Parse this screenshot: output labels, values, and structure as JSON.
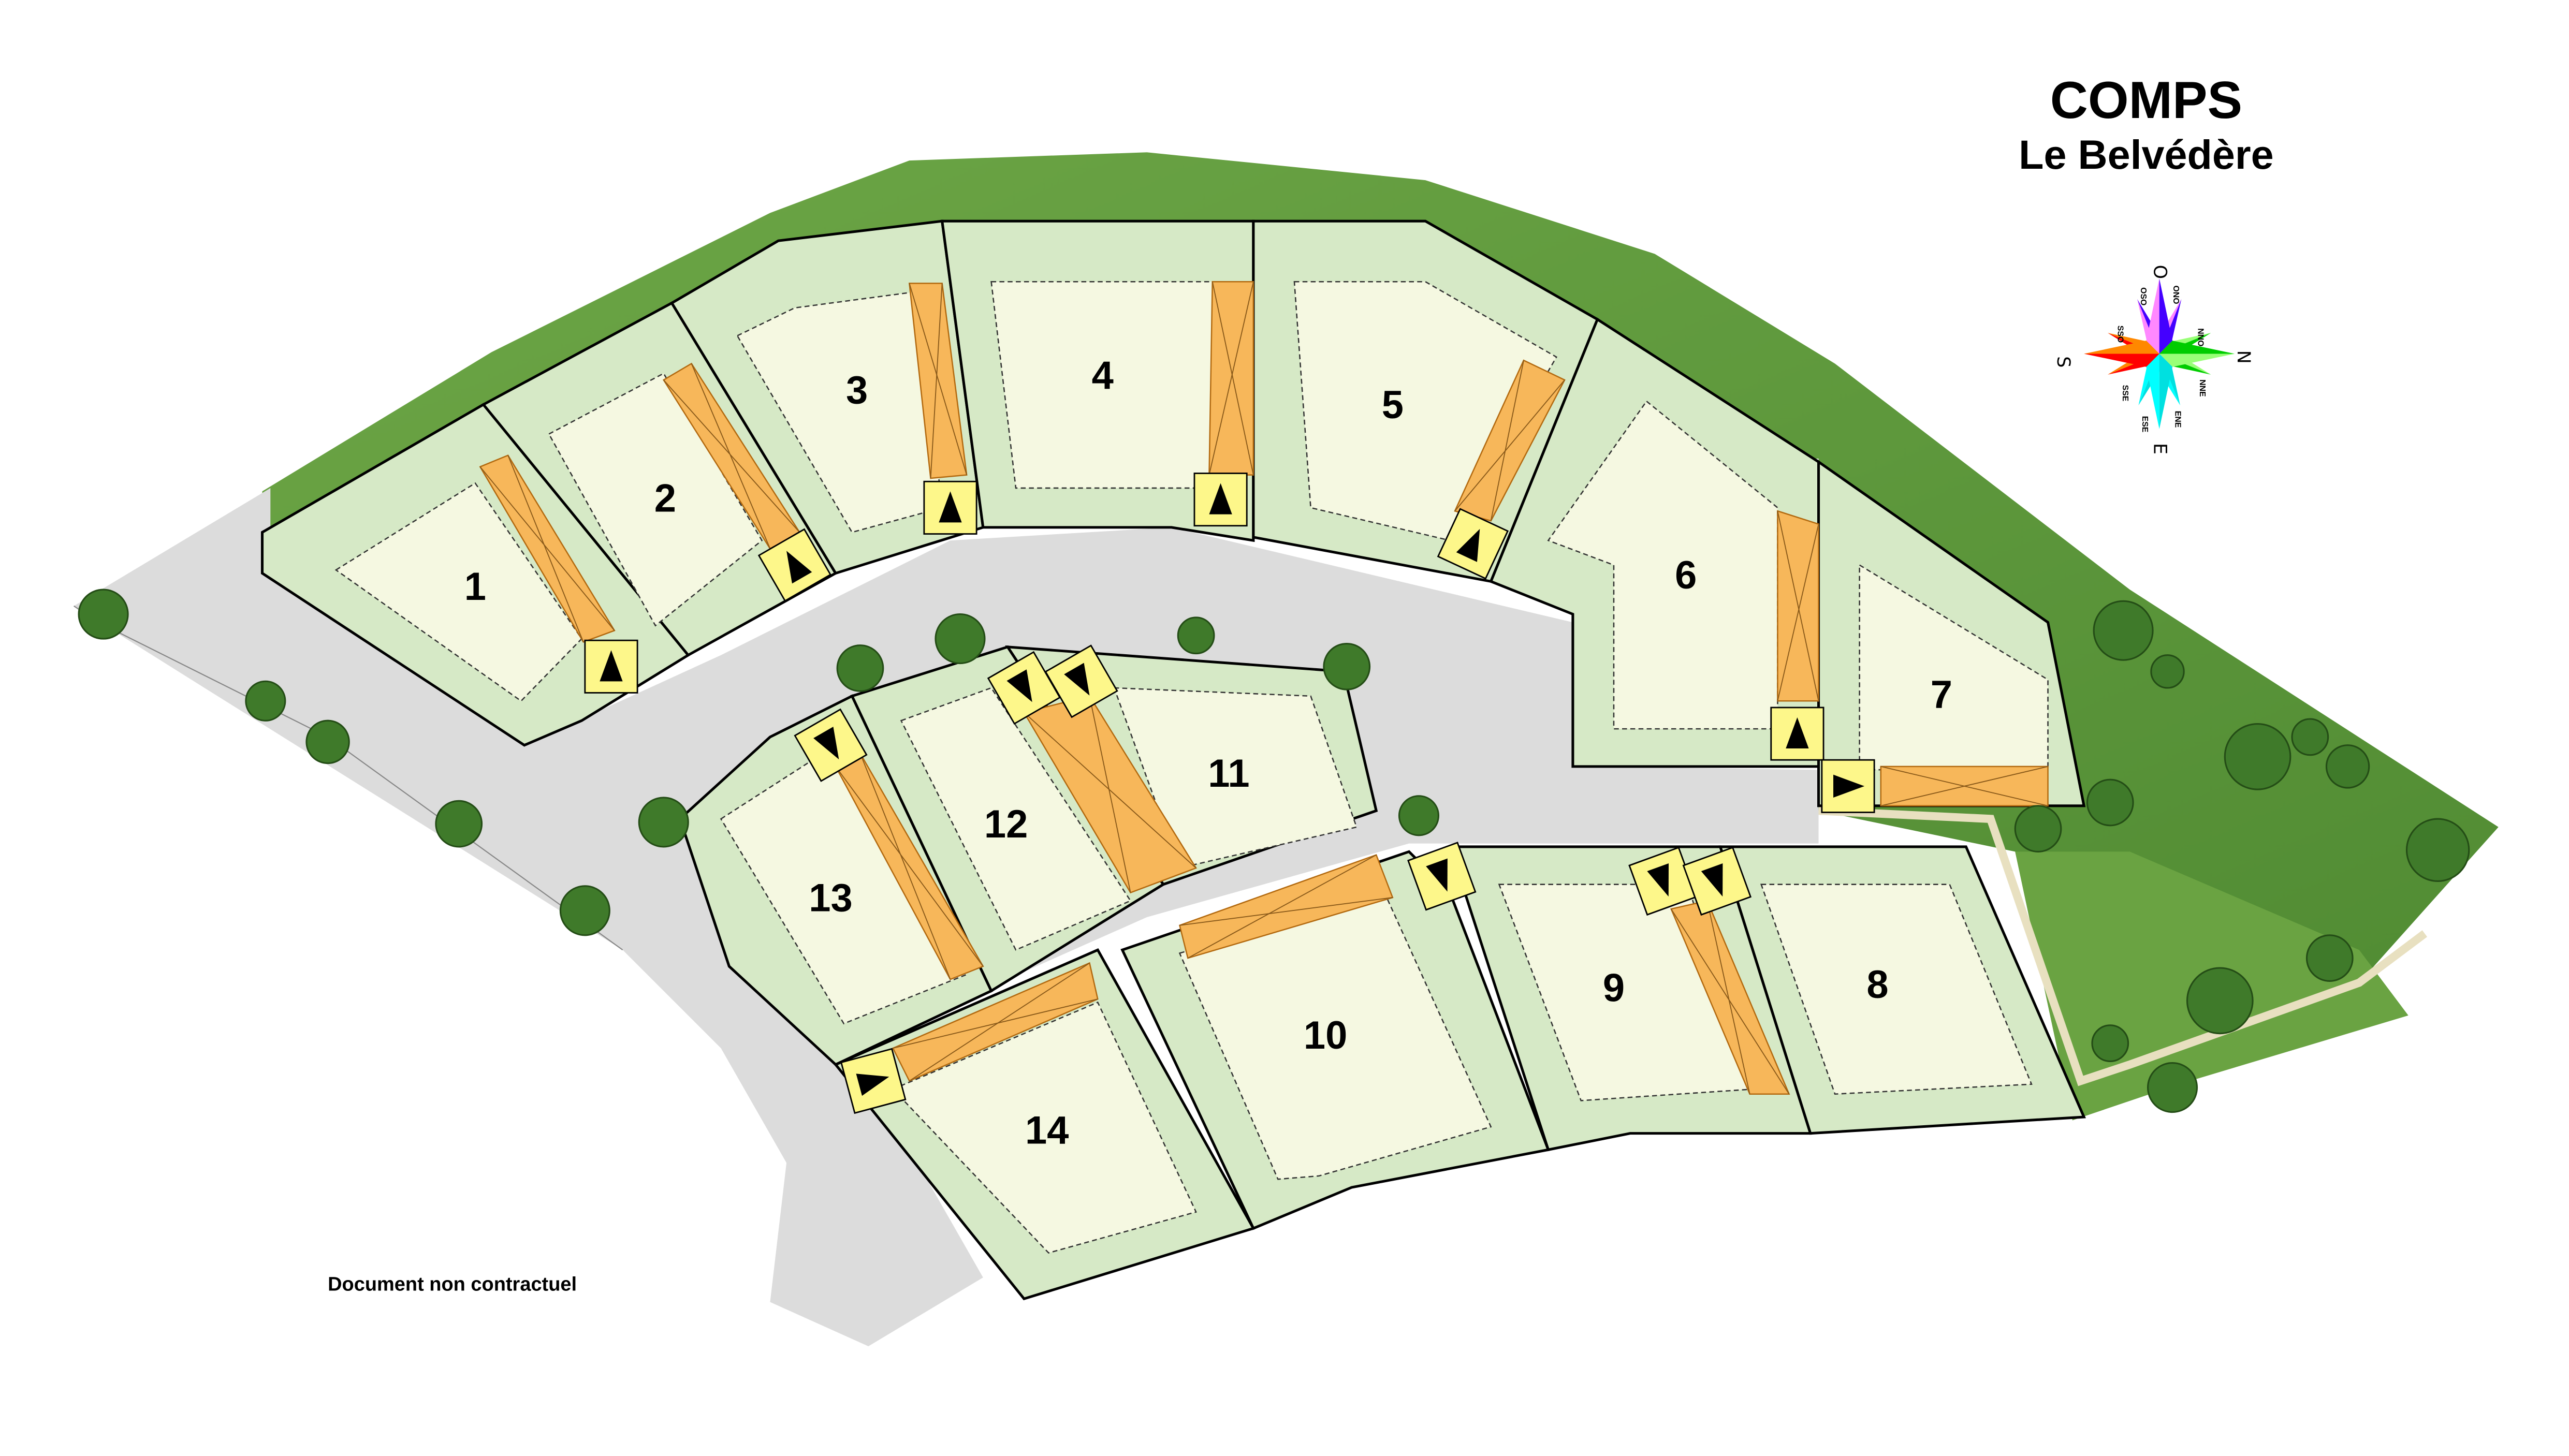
{
  "header": {
    "title": "COMPS",
    "subtitle": "Le Belvédère"
  },
  "disclaimer": "Document non contractuel",
  "lots": [
    "1",
    "2",
    "3",
    "4",
    "5",
    "6",
    "7",
    "8",
    "9",
    "10",
    "11",
    "12",
    "13",
    "14"
  ],
  "compass": {
    "cardinal": {
      "top": "O",
      "right": "N",
      "bottom": "E",
      "left": "S"
    },
    "intermediate": {
      "oso": "OSO",
      "ono": "ONO",
      "sso": "SSO",
      "nno": "NNO",
      "sse": "SSE",
      "nne": "NNE",
      "ese": "ESE",
      "ene": "ENE"
    }
  },
  "colors": {
    "grass": "#5f9a3c",
    "road": "#dcdcdc",
    "lot": "#d6e9c6",
    "buildable": "#f5f8e1",
    "garage": "#f7b75a",
    "entry": "#fdf78a"
  }
}
